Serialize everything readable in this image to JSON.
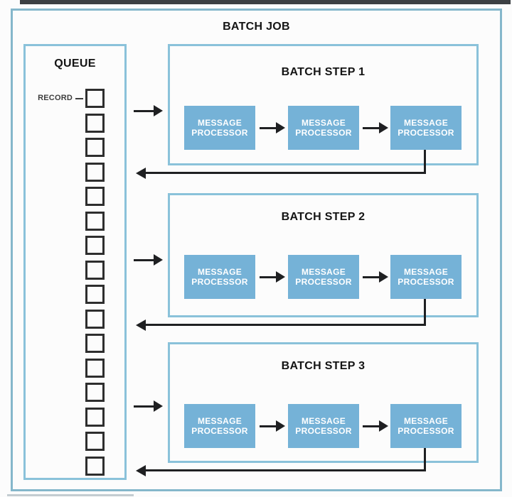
{
  "diagram": {
    "title": "BATCH JOB",
    "queue": {
      "title": "QUEUE",
      "record_label": "RECORD",
      "record_count": 16
    },
    "steps": [
      {
        "title": "BATCH STEP 1",
        "processors": [
          "MESSAGE PROCESSOR",
          "MESSAGE PROCESSOR",
          "MESSAGE PROCESSOR"
        ]
      },
      {
        "title": "BATCH STEP 2",
        "processors": [
          "MESSAGE PROCESSOR",
          "MESSAGE PROCESSOR",
          "MESSAGE PROCESSOR"
        ]
      },
      {
        "title": "BATCH STEP 3",
        "processors": [
          "MESSAGE PROCESSOR",
          "MESSAGE PROCESSOR",
          "MESSAGE PROCESSOR"
        ]
      }
    ],
    "colors": {
      "outer_border": "#85b7cb",
      "box_border": "#8ac2da",
      "processor_fill": "#75b2d7",
      "processor_text": "#ffffff",
      "arrow": "#1f2022",
      "record_border": "#2e2e2e",
      "text": "#141414",
      "record_label_color": "#3d3d3d",
      "background": "#fcfcfc"
    }
  }
}
